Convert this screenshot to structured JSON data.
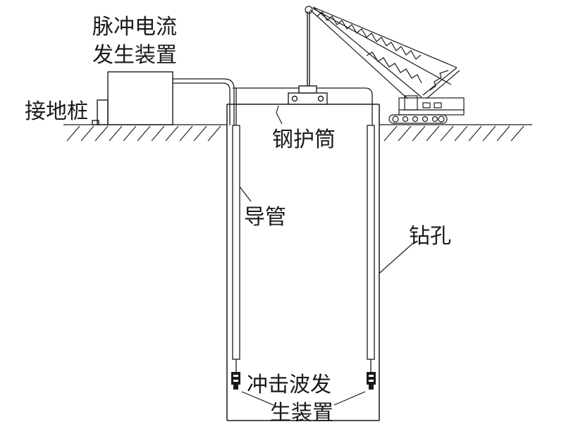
{
  "labels": {
    "pulse_device_line1": "脉冲电流",
    "pulse_device_line2": "发生装置",
    "ground_pile": "接地桩",
    "steel_casing": "钢护筒",
    "conduit": "导管",
    "borehole": "钻孔",
    "shockwave_line1": "冲击波发",
    "shockwave_line2": "生装置"
  },
  "colors": {
    "line": "#1a1a1a",
    "background": "#ffffff"
  }
}
